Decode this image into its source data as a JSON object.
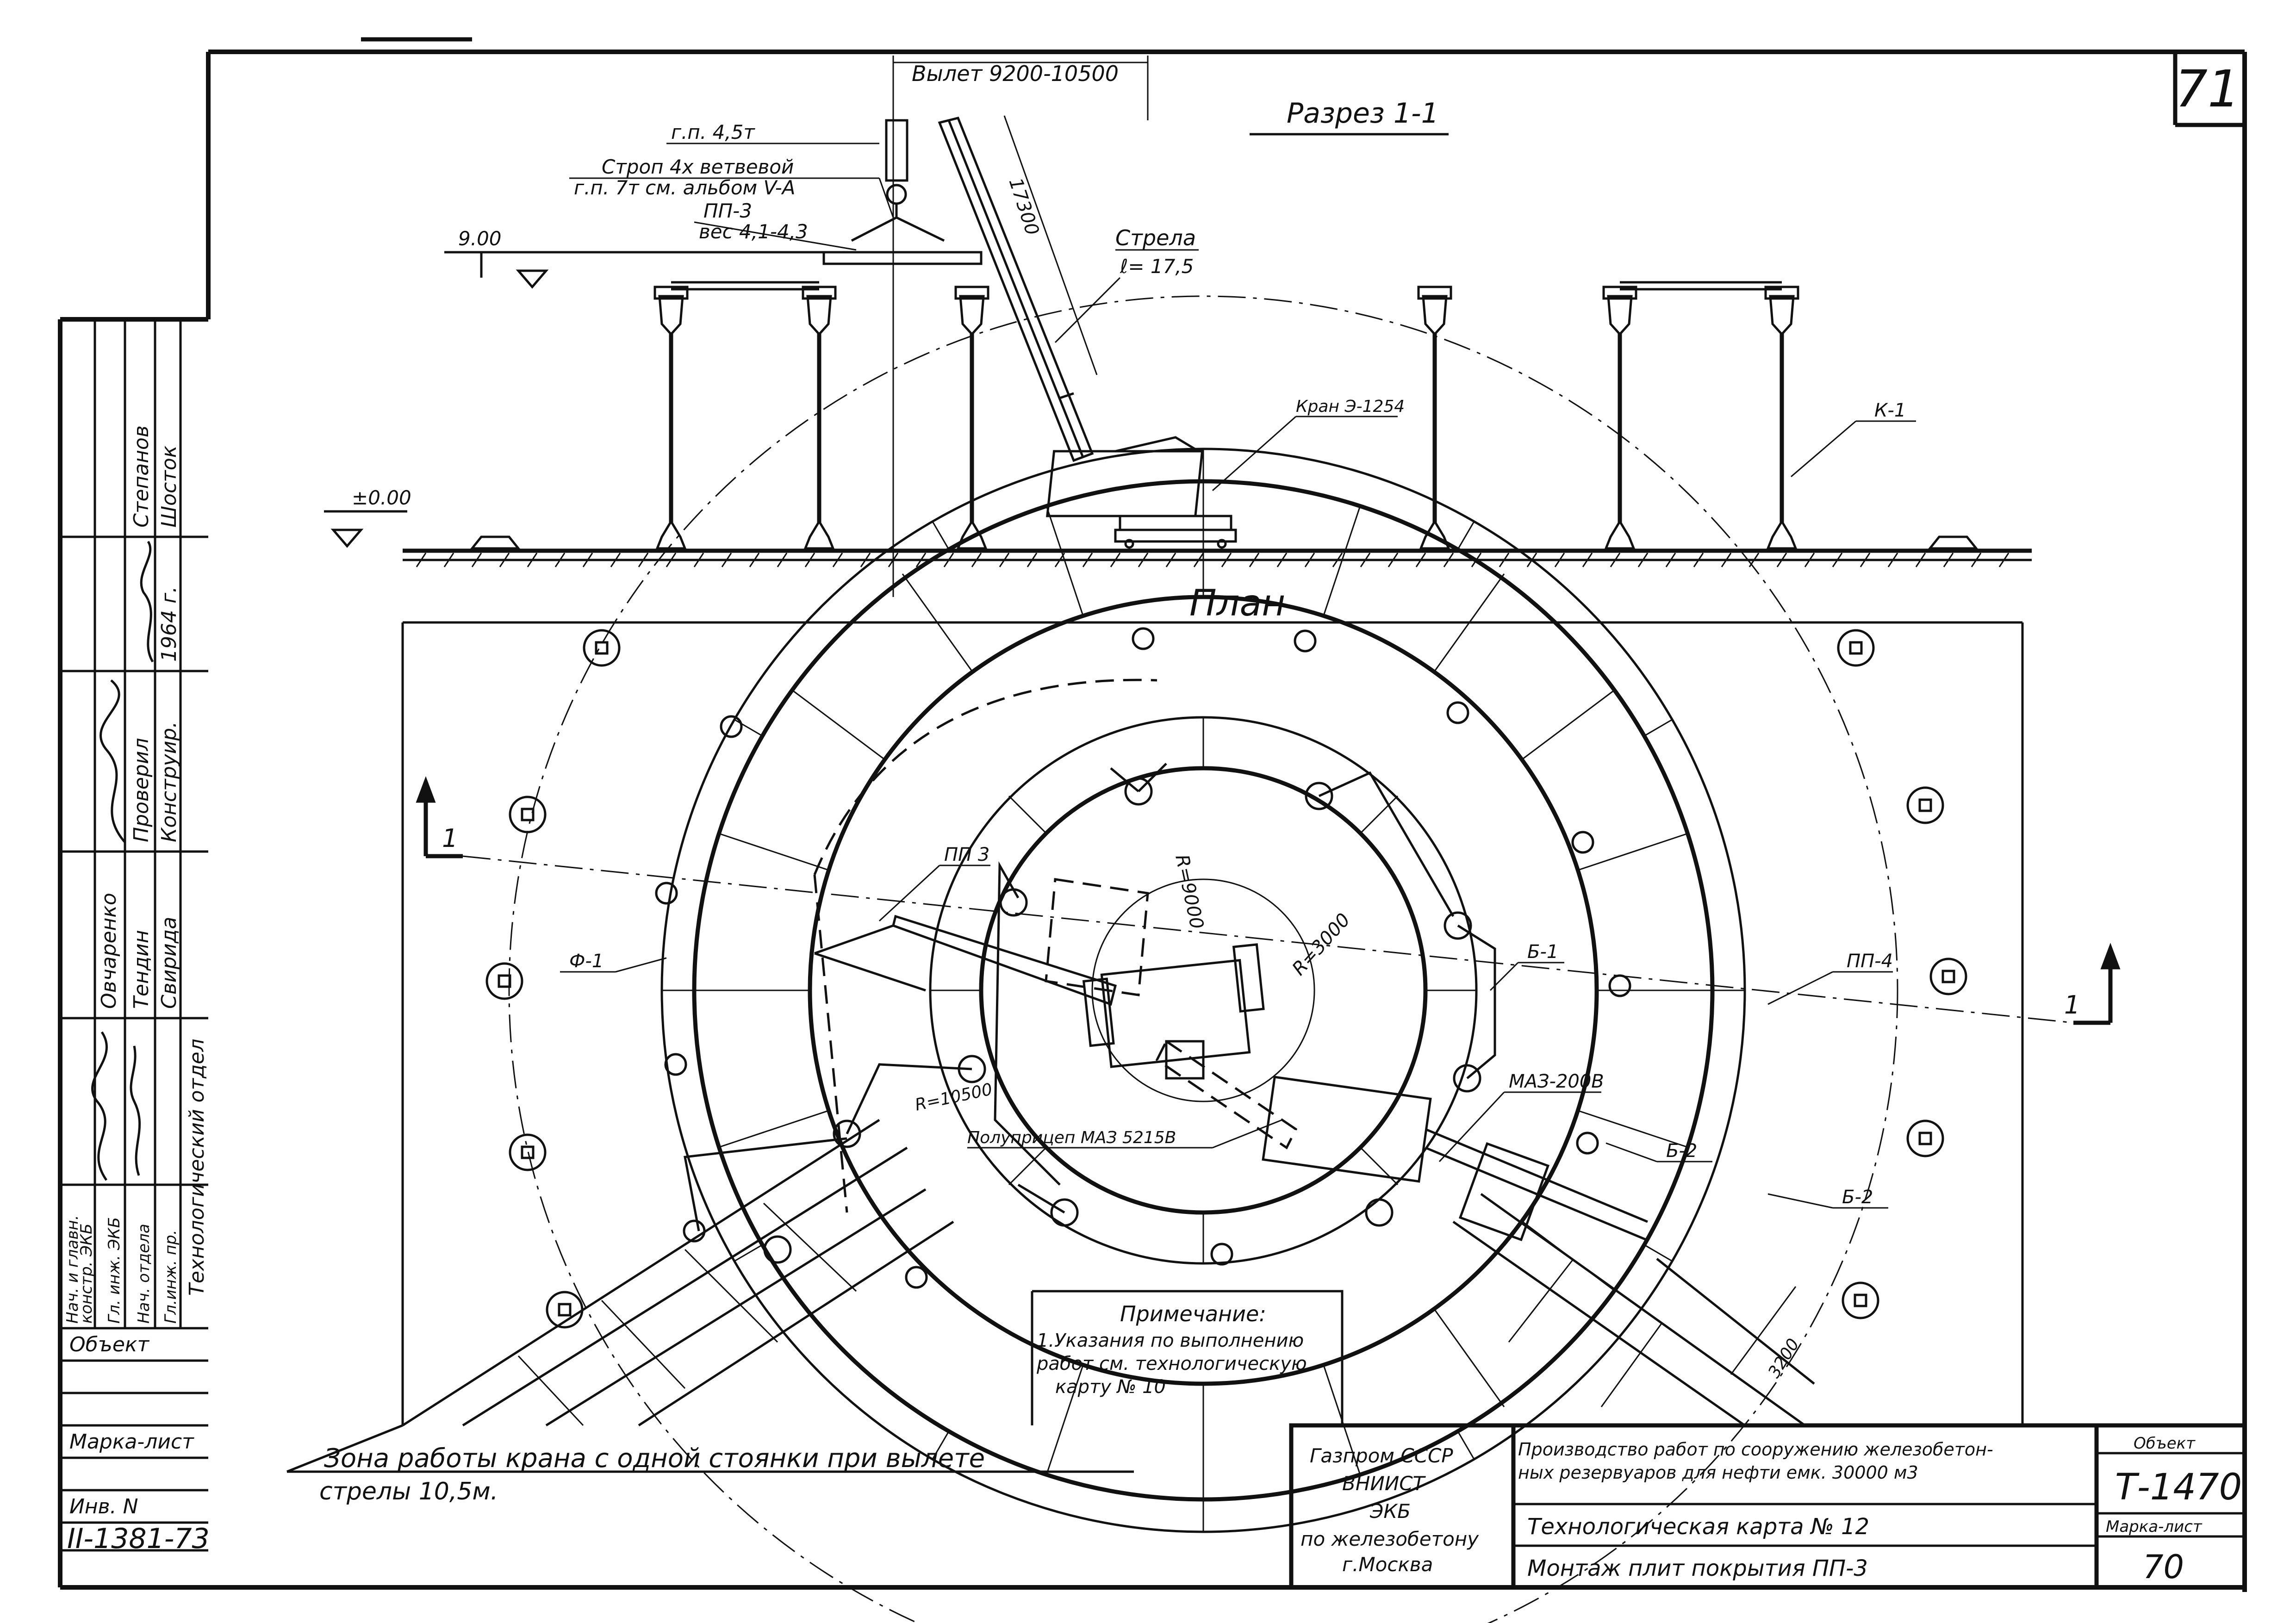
{
  "sheet_number": "71",
  "section": {
    "title": "Разрез 1-1",
    "reach_label": "Вылет 9200-10500",
    "boom_len": "17300",
    "hook_label": "г.п. 4,5т",
    "sling_label": "Строп 4х ветвевой",
    "sling_ref": "г.п. 7т см. альбом V-А",
    "panel_label": "ПП-3",
    "panel_weight": "вес 4,1-4,3",
    "boom_label": "Стрела",
    "boom_length": "ℓ= 17,5",
    "crane_label": "Кран Э-1254",
    "column_label": "К-1",
    "level_top": "9.00",
    "level_zero": "±0.00"
  },
  "plan": {
    "title": "План",
    "labels": {
      "pp3": "ПП 3",
      "f1": "Ф-1",
      "r9000": "R=9000",
      "r3000": "R=3000",
      "b1": "Б-1",
      "pp4": "ПП-4",
      "r10500": "R=10500",
      "maz2008": "МАЗ-200В",
      "semitrailer": "Полуприцеп МАЗ 5215В",
      "b2a": "Б-2",
      "b2b": "Б-2",
      "dim3200": "3200",
      "cut_mark_left": "1",
      "cut_mark_right": "1"
    }
  },
  "note": {
    "heading": "Примечание:",
    "line1": "1.Указания по выполнению",
    "line2": "работ см. технологическую",
    "line3": "карту № 10"
  },
  "zone_caption": {
    "line1": "Зона работы крана с одной стоянки при вылете",
    "line2": "стрелы 10,5м."
  },
  "title_block": {
    "org1": "Газпром СССР",
    "org2": "ВНИИСТ",
    "org3": "ЭКБ",
    "org4": "по железобетону",
    "org5": "г.Москва",
    "project1": "Производство работ по сооружению железобетон-",
    "project2": "ных резервуаров для нефти емк. 30000 м3",
    "card": "Технологическая карта № 12",
    "operation": "Монтаж плит покрытия ПП-3",
    "object_label": "Объект",
    "object_value": "Т-1470",
    "sheet_label": "Марка-лист",
    "sheet_value": "70"
  },
  "side_stamp": {
    "row1a": "Нач. и главн.",
    "row1b": "констр. ЭКБ",
    "row2": "Гл. инж. ЭКБ",
    "row3": "Нач. отдела",
    "row4": "Гл.инж. пр.",
    "name1": "Овчаренко",
    "name2": "Тендин",
    "name3": "Свирида",
    "dept": "Технологический отдел",
    "check": "Проверил",
    "design": "Конструир.",
    "name4": "Степанов",
    "name5": "Шосток",
    "year": "1964 г.",
    "object": "Объект",
    "mark_sheet": "Марка-лист",
    "inv": "Инв. N",
    "inv_value": "II-1381-73"
  }
}
